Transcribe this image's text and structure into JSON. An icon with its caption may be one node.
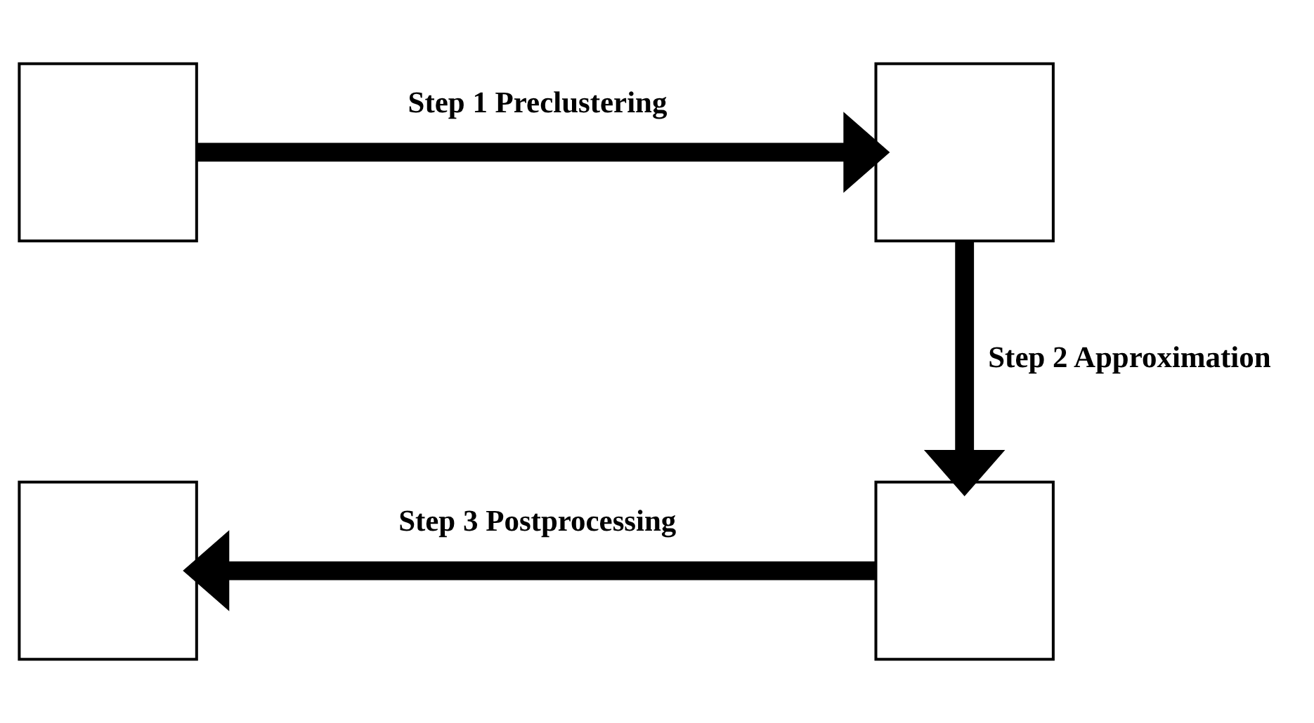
{
  "diagram": {
    "nodes": [
      {
        "text": [],
        "shape": "box"
      },
      {
        "text": [],
        "shape": "box"
      },
      {
        "text": [],
        "shape": "box"
      },
      {
        "text": [],
        "shape": "box"
      }
    ],
    "edges": [
      {
        "from": 0,
        "to": 1,
        "arrow": "to",
        "label": "Step 1 Preclustering"
      },
      {
        "from": 1,
        "to": 3,
        "arrow": "to",
        "label": "Step 2 Approximation"
      },
      {
        "from": 3,
        "to": 2,
        "arrow": "to",
        "label": "Step 3 Postprocessing"
      }
    ]
  }
}
